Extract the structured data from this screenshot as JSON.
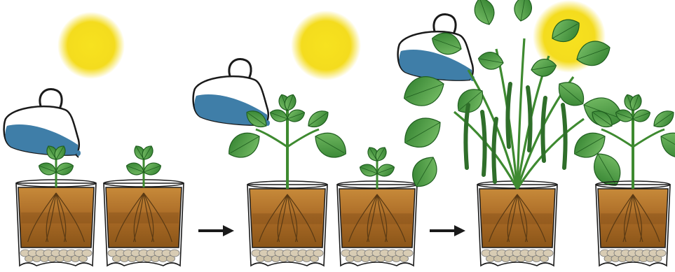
{
  "scene": {
    "stages": [
      {
        "id": "stage-1",
        "plant_growth": 0.2,
        "companion_growth": 0.2,
        "sun": true,
        "watering_can": true
      },
      {
        "id": "stage-2",
        "plant_growth": 0.55,
        "companion_growth": 0.2,
        "sun": true,
        "watering_can": true
      },
      {
        "id": "stage-3",
        "plant_growth": 1.0,
        "companion_growth": 0.45,
        "sun": true,
        "watering_can": true,
        "bean_pods": true
      }
    ],
    "arrows": 2,
    "colors": {
      "sun": "#f4dc1e",
      "water": "#3f7ea8",
      "leaf": "#3e9a3a",
      "leaf_dark": "#1f5e1f",
      "soil": "#b8782c",
      "soil_dark": "#7a4a18",
      "pebble": "#d8ccb4",
      "outline": "#1a1a1a"
    }
  }
}
